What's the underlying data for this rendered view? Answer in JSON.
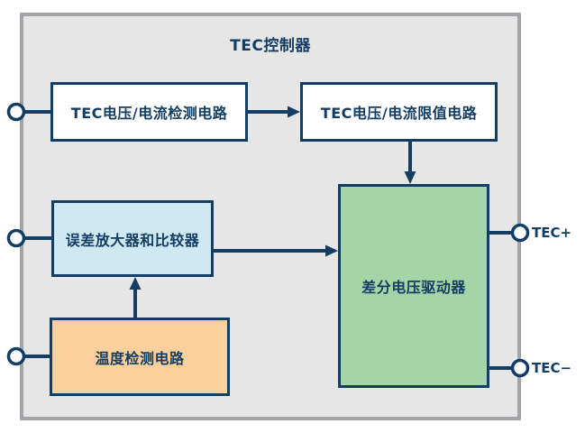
{
  "diagram": {
    "title": "TEC控制器",
    "blocks": [
      {
        "id": "tec-sense",
        "label": "TEC电压/电流检测电路",
        "fill": "#ffffff"
      },
      {
        "id": "tec-limit",
        "label": "TEC电压/电流限值电路",
        "fill": "#ffffff"
      },
      {
        "id": "error-amp",
        "label": "误差放大器和比较器",
        "fill": "#cfe9f3"
      },
      {
        "id": "temp-sense",
        "label": "温度检测电路",
        "fill": "#fcd09c"
      },
      {
        "id": "diff-driver",
        "label": "差分电压驱动器",
        "fill": "#a5d5a7"
      }
    ],
    "terminals": {
      "tec_plus": "TEC+",
      "tec_minus": "TEC−"
    },
    "connections": [
      {
        "from": "input-terminal-1",
        "to": "tec-sense",
        "type": "line"
      },
      {
        "from": "tec-sense",
        "to": "tec-limit",
        "type": "arrow"
      },
      {
        "from": "tec-limit",
        "to": "diff-driver",
        "type": "arrow"
      },
      {
        "from": "input-terminal-2",
        "to": "error-amp",
        "type": "line"
      },
      {
        "from": "error-amp",
        "to": "diff-driver",
        "type": "arrow"
      },
      {
        "from": "temp-sense",
        "to": "error-amp",
        "type": "arrow"
      },
      {
        "from": "input-terminal-3",
        "to": "temp-sense",
        "type": "line"
      },
      {
        "from": "diff-driver",
        "to": "tec_plus",
        "type": "line"
      },
      {
        "from": "diff-driver",
        "to": "tec_minus",
        "type": "line"
      }
    ],
    "colors": {
      "line": "#133d63",
      "text": "#133d63",
      "frame_fill": "#e6e6e7",
      "frame_border": "#a2a4a7",
      "block_white": "#ffffff",
      "block_blue": "#cfe9f3",
      "block_orange": "#fcd09c",
      "block_green": "#a5d5a7",
      "page_bg": "#ffffff"
    }
  }
}
